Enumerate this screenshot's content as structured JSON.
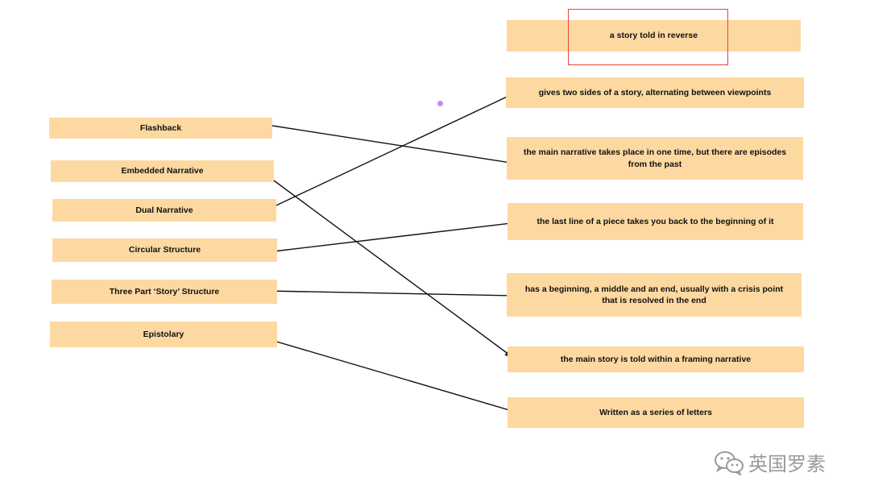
{
  "terms": [
    {
      "id": "flashback",
      "label": "Flashback"
    },
    {
      "id": "embedded",
      "label": "Embedded Narrative"
    },
    {
      "id": "dual",
      "label": "Dual Narrative"
    },
    {
      "id": "circular",
      "label": "Circular Structure"
    },
    {
      "id": "three-part",
      "label": "Three Part ‘Story’ Structure"
    },
    {
      "id": "epistolary",
      "label": "Epistolary"
    }
  ],
  "definitions": [
    {
      "id": "reverse",
      "text": "a story told in reverse"
    },
    {
      "id": "two-sides",
      "text": "gives two sides of a story, alternating between viewpoints"
    },
    {
      "id": "episodes-past",
      "text": "the main narrative takes place in one time, but there are episodes from the past"
    },
    {
      "id": "last-line",
      "text": "the last line of a piece takes you back to the beginning of it"
    },
    {
      "id": "beginning-middle-end",
      "text": "has a beginning, a middle and an end, usually with a crisis point that is resolved in the end"
    },
    {
      "id": "framing",
      "text": "the main story is told within a framing narrative"
    },
    {
      "id": "letters",
      "text": "Written as a series of letters"
    }
  ],
  "connections": [
    {
      "from": "flashback",
      "to": "episodes-past"
    },
    {
      "from": "embedded",
      "to": "framing"
    },
    {
      "from": "dual",
      "to": "two-sides"
    },
    {
      "from": "circular",
      "to": "last-line"
    },
    {
      "from": "three-part",
      "to": "beginning-middle-end"
    },
    {
      "from": "epistolary",
      "to": "letters"
    }
  ],
  "highlight": {
    "target": "reverse",
    "color": "#e8433a"
  },
  "colors": {
    "box_fill": "#fdd9a1",
    "arrow": "#111111",
    "dot": "#c58af0"
  },
  "watermark": {
    "icon": "wechat-icon",
    "text": "英国罗素"
  }
}
